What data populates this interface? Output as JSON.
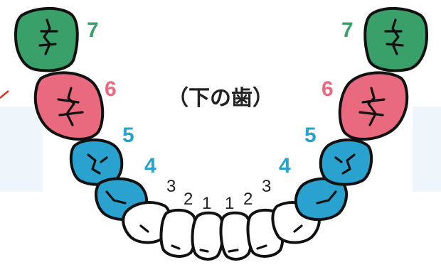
{
  "title": "（下の歯）",
  "colors": {
    "molar2": "#3aa06a",
    "molar1": "#e9697f",
    "premolar": "#2aa2cf",
    "incisor": "#ffffff",
    "outline": "#111111"
  },
  "labels": {
    "left": {
      "t7": "7",
      "t6": "6",
      "t5": "5",
      "t4": "4",
      "t3": "3",
      "t2": "2",
      "t1": "1"
    },
    "right": {
      "t1": "1",
      "t2": "2",
      "t3": "3",
      "t4": "4",
      "t5": "5",
      "t6": "6",
      "t7": "7"
    }
  }
}
